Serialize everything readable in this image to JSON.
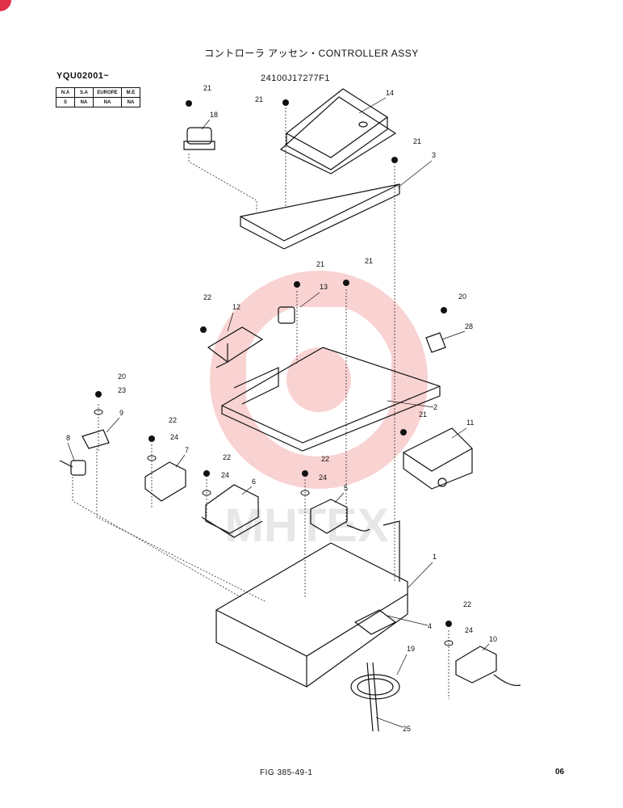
{
  "title": "コントローラ アッセン・CONTROLLER ASSY",
  "assembly_number": "24100J17277F1",
  "serial_range": "YQU02001~",
  "availability": {
    "headers": [
      "N.A",
      "S.A",
      "EUROPE",
      "M.E"
    ],
    "values": [
      "S",
      "NA",
      "NA",
      "NA"
    ]
  },
  "figure_ref": "FIG 385-49-1",
  "page_code": "06",
  "watermark_text": "МНТЕХ",
  "callouts": [
    "21",
    "21",
    "14",
    "18",
    "21",
    "3",
    "21",
    "21",
    "13",
    "22",
    "12",
    "20",
    "28",
    "2",
    "20",
    "23",
    "9",
    "8",
    "21",
    "11",
    "22",
    "24",
    "7",
    "22",
    "24",
    "6",
    "22",
    "24",
    "5",
    "1",
    "4",
    "22",
    "24",
    "10",
    "19",
    "25"
  ]
}
